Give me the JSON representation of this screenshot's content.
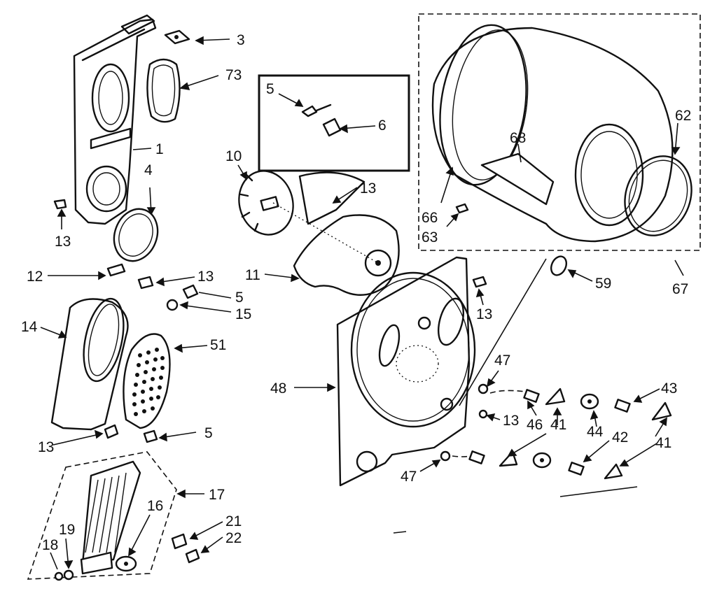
{
  "diagram": {
    "callouts": [
      {
        "id": "c3",
        "text": "3"
      },
      {
        "id": "c73",
        "text": "73"
      },
      {
        "id": "c1",
        "text": "1"
      },
      {
        "id": "c4",
        "text": "4"
      },
      {
        "id": "c13a",
        "text": "13"
      },
      {
        "id": "c5a",
        "text": "5"
      },
      {
        "id": "c6",
        "text": "6"
      },
      {
        "id": "c10",
        "text": "10"
      },
      {
        "id": "c13b",
        "text": "13"
      },
      {
        "id": "c11",
        "text": "11"
      },
      {
        "id": "c12",
        "text": "12"
      },
      {
        "id": "c13c",
        "text": "13"
      },
      {
        "id": "c5b",
        "text": "5"
      },
      {
        "id": "c15",
        "text": "15"
      },
      {
        "id": "c14",
        "text": "14"
      },
      {
        "id": "c51",
        "text": "51"
      },
      {
        "id": "c13d",
        "text": "13"
      },
      {
        "id": "c5c",
        "text": "5"
      },
      {
        "id": "c17",
        "text": "17"
      },
      {
        "id": "c16",
        "text": "16"
      },
      {
        "id": "c19",
        "text": "19"
      },
      {
        "id": "c18",
        "text": "18"
      },
      {
        "id": "c21",
        "text": "21"
      },
      {
        "id": "c22",
        "text": "22"
      },
      {
        "id": "c68",
        "text": "68"
      },
      {
        "id": "c62",
        "text": "62"
      },
      {
        "id": "c66",
        "text": "66"
      },
      {
        "id": "c63",
        "text": "63"
      },
      {
        "id": "c67",
        "text": "67"
      },
      {
        "id": "c59",
        "text": "59"
      },
      {
        "id": "c13e",
        "text": "13"
      },
      {
        "id": "c47a",
        "text": "47"
      },
      {
        "id": "c43",
        "text": "43"
      },
      {
        "id": "c48",
        "text": "48"
      },
      {
        "id": "c13f",
        "text": "13"
      },
      {
        "id": "c46",
        "text": "46"
      },
      {
        "id": "c41a",
        "text": "41"
      },
      {
        "id": "c44",
        "text": "44"
      },
      {
        "id": "c42",
        "text": "42"
      },
      {
        "id": "c41b",
        "text": "41"
      },
      {
        "id": "c47b",
        "text": "47"
      }
    ]
  }
}
